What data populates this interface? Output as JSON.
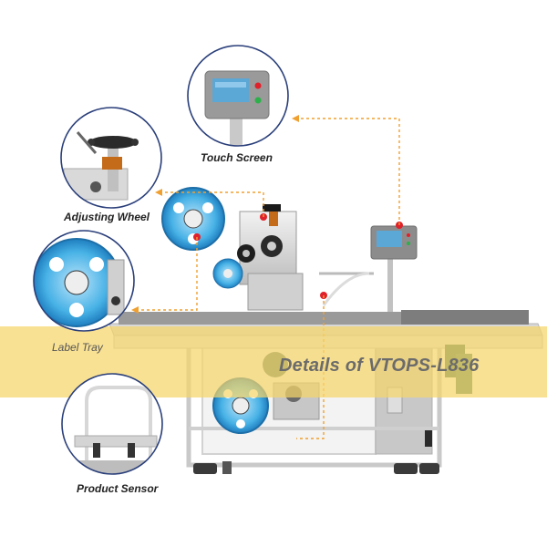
{
  "banner": {
    "text": "Details of VTOPS-L836",
    "color": "#f7d66a"
  },
  "callouts": {
    "touch_screen": "Touch Screen",
    "adjusting_wheel": "Adjusting Wheel",
    "label_tray": "Label Tray",
    "product_sensor": "Product Sensor"
  },
  "colors": {
    "leader_line": "#f0a030",
    "marker_dot": "#e0202a",
    "callout_ring": "#2a3f7a",
    "label_reel": "#3aa9e0",
    "frame": "#c9c9c9"
  },
  "icons": [
    "touch-screen-icon",
    "adjusting-wheel-icon",
    "label-tray-icon",
    "product-sensor-icon"
  ]
}
